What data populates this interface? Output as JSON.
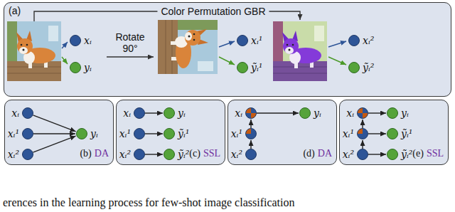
{
  "diagram": {
    "caption": "erences in the learning process for few-shot image classification",
    "nodes": [
      {
        "text": [
          "(a)"
        ]
      },
      {
        "text": [
          "xᵢ"
        ],
        "in": 0
      },
      {
        "text": [
          "yᵢ"
        ],
        "in": 0
      },
      {
        "text": [
          "xᵢ¹"
        ],
        "in": 0
      },
      {
        "text": [
          "ỹᵢ¹"
        ],
        "in": 0
      },
      {
        "text": [
          "xᵢ²"
        ],
        "in": 0
      },
      {
        "text": [
          "ỹᵢ²"
        ],
        "in": 0
      },
      {
        "text": [
          "(b)",
          "DA"
        ]
      },
      {
        "text": [
          "xᵢ"
        ],
        "in": 7
      },
      {
        "text": [
          "xᵢ¹"
        ],
        "in": 7
      },
      {
        "text": [
          "xᵢ²"
        ],
        "in": 7
      },
      {
        "text": [
          "yᵢ"
        ],
        "in": 7
      },
      {
        "text": [
          "(c)",
          "SSL"
        ]
      },
      {
        "text": [
          "xᵢ"
        ],
        "in": 12
      },
      {
        "text": [
          "yᵢ"
        ],
        "in": 12
      },
      {
        "text": [
          "xᵢ¹"
        ],
        "in": 12
      },
      {
        "text": [
          "ỹᵢ¹"
        ],
        "in": 12
      },
      {
        "text": [
          "xᵢ²"
        ],
        "in": 12
      },
      {
        "text": [
          "ỹᵢ²"
        ],
        "in": 12
      },
      {
        "text": [
          "(d)",
          "DA"
        ]
      },
      {
        "text": [
          "xᵢ"
        ],
        "in": 19
      },
      {
        "text": [
          "yᵢ"
        ],
        "in": 19
      },
      {
        "text": [
          "xᵢ¹"
        ],
        "in": 19
      },
      {
        "text": [
          "xᵢ²"
        ],
        "in": 19
      },
      {
        "text": [
          "(e)",
          "SSL"
        ]
      },
      {
        "text": [
          "xᵢ"
        ],
        "in": 24
      },
      {
        "text": [
          "yᵢ"
        ],
        "in": 24
      },
      {
        "text": [
          "xᵢ¹"
        ],
        "in": 24
      },
      {
        "text": [
          "ỹᵢ¹"
        ],
        "in": 24
      },
      {
        "text": [
          "xᵢ²"
        ],
        "in": 24
      },
      {
        "text": [
          "ỹᵢ²"
        ],
        "in": 24
      }
    ],
    "edges": [
      {
        "from": 8,
        "to": 11,
        "arrow": "to"
      },
      {
        "from": 9,
        "to": 11,
        "arrow": "to"
      },
      {
        "from": 10,
        "to": 11,
        "arrow": "to"
      },
      {
        "from": 13,
        "to": 14,
        "arrow": "to"
      },
      {
        "from": 15,
        "to": 16,
        "arrow": "to"
      },
      {
        "from": 17,
        "to": 18,
        "arrow": "to"
      },
      {
        "from": 23,
        "to": 22,
        "arrow": "to"
      },
      {
        "from": 22,
        "to": 20,
        "arrow": "to"
      },
      {
        "from": 20,
        "to": 21,
        "arrow": "to"
      },
      {
        "from": 25,
        "to": 26,
        "arrow": "to"
      },
      {
        "from": 27,
        "to": 28,
        "arrow": "to"
      },
      {
        "from": 29,
        "to": 30,
        "arrow": "to"
      },
      {
        "from": 29,
        "to": 27,
        "arrow": "to"
      },
      {
        "from": 27,
        "to": 25,
        "arrow": "to"
      }
    ],
    "labels": [
      "Color Permutation GBR",
      "Rotate 90°"
    ]
  }
}
